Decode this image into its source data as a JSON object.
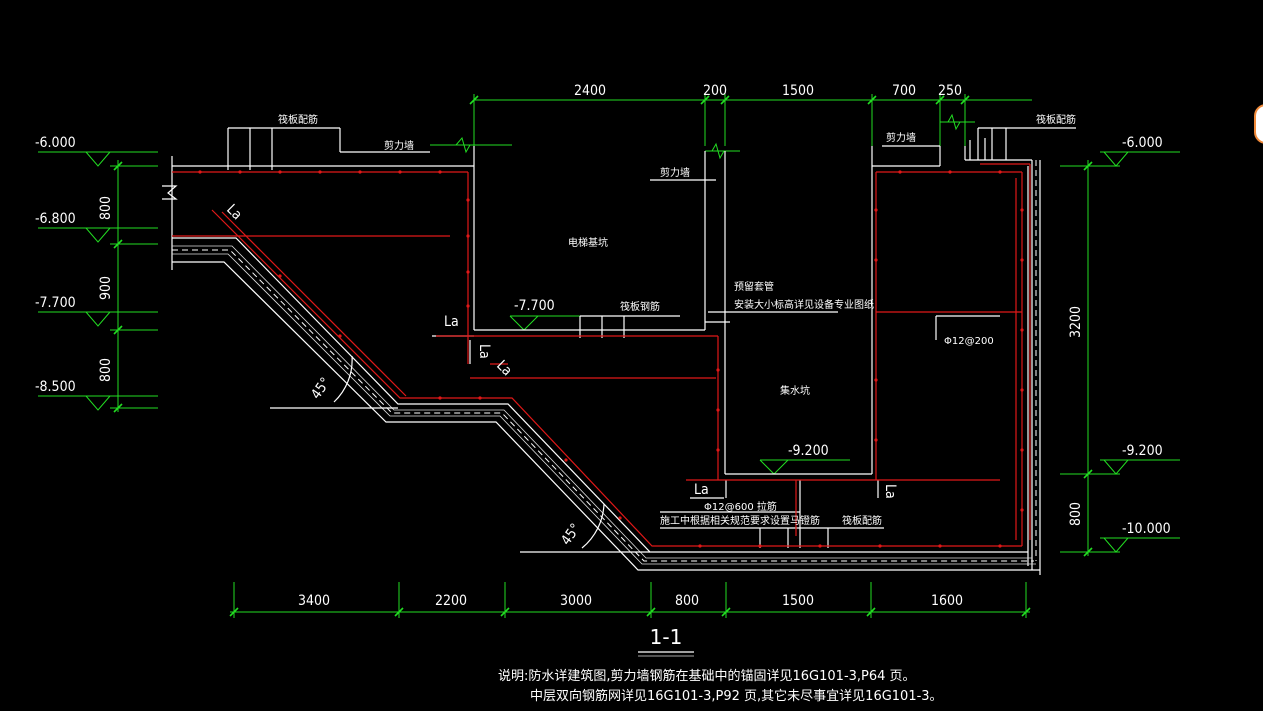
{
  "drawing": {
    "section_title": "1-1",
    "notes": [
      "说明:防水详建筑图,剪力墙钢筋在基础中的锚固详见16G101-3,P64 页。",
      "中层双向钢筋网详见16G101-3,P92 页,其它未尽事宜详见16G101-3。"
    ],
    "top_dimensions": [
      "2400",
      "200",
      "1500",
      "700",
      "250"
    ],
    "bottom_dimensions": [
      "3400",
      "2200",
      "3000",
      "800",
      "1500",
      "1600"
    ],
    "left_elevations": [
      "-6.000",
      "-6.800",
      "-7.700",
      "-8.500"
    ],
    "left_dimensions": [
      "800",
      "900",
      "800"
    ],
    "right_elevations": [
      "-6.000",
      "-9.200",
      "-10.000"
    ],
    "right_dimensions": [
      "3200",
      "800"
    ],
    "labels": {
      "raft_rebar_left": "筏板配筋",
      "raft_rebar_right": "筏板配筋",
      "raft_rebar_mid": "筏板钢筋",
      "raft_rebar_bottom": "筏板配筋",
      "shear_wall_left": "剪力墙",
      "shear_wall_mid": "剪力墙",
      "shear_wall_right": "剪力墙",
      "elevator_pit": "电梯基坑",
      "sump_pit": "集水坑",
      "preset_sleeve": "预留套管",
      "sleeve_note": "安装大小标高详见设备专业图纸",
      "elev_mid_1": "-7.700",
      "elev_mid_2": "-9.200",
      "rebar_spec_1": "Φ12@200",
      "rebar_spec_2": "Φ12@600 拉筋",
      "construction_note": "施工中根据相关规范要求设置马镫筋",
      "la_1": "La",
      "la_2": "La",
      "la_3": "La",
      "la_4": "La",
      "la_5": "La",
      "la_6": "La",
      "angle_1": "45°",
      "angle_2": "45°"
    }
  }
}
